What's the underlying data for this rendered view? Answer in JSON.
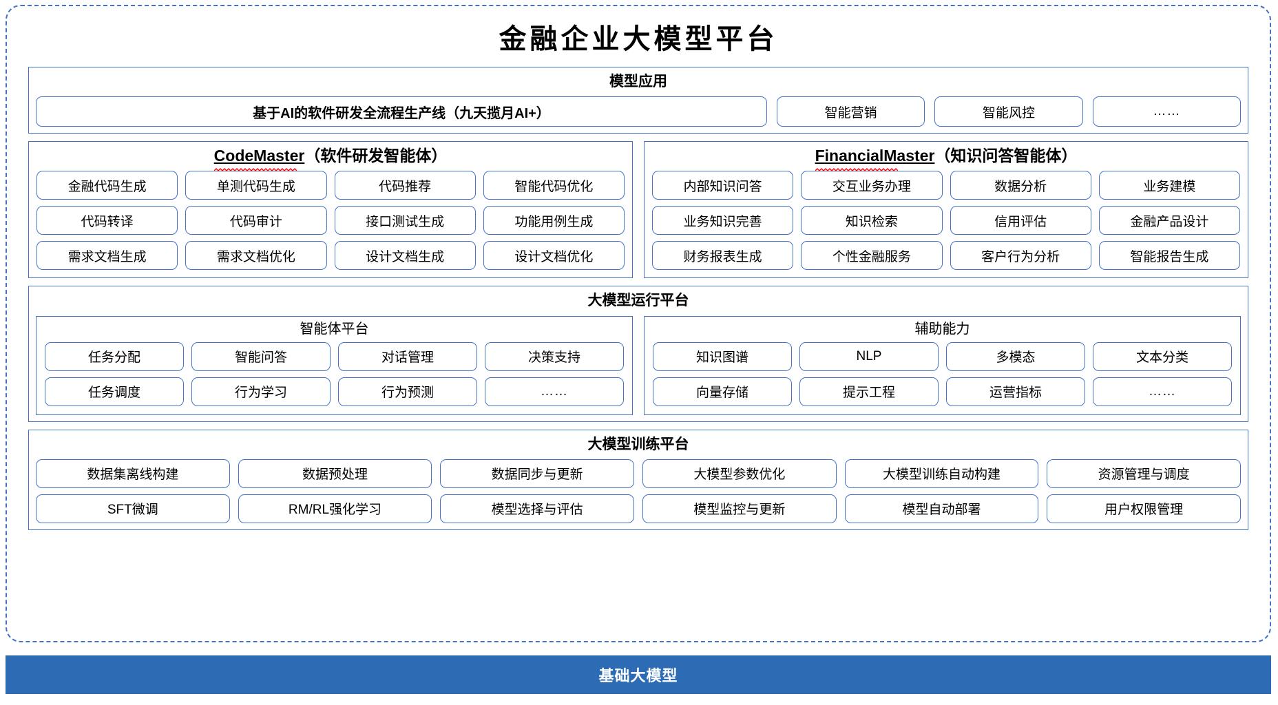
{
  "title": "金融企业大模型平台",
  "layers": {
    "applications": {
      "title": "模型应用",
      "items": [
        "基于AI的软件研发全流程生产线（九天揽月AI+）",
        "智能营销",
        "智能风控",
        "……"
      ]
    },
    "agents": [
      {
        "name_en": "CodeMaster",
        "name_cn": "（软件研发智能体）",
        "items": [
          "金融代码生成",
          "单测代码生成",
          "代码推荐",
          "智能代码优化",
          "代码转译",
          "代码审计",
          "接口测试生成",
          "功能用例生成",
          "需求文档生成",
          "需求文档优化",
          "设计文档生成",
          "设计文档优化"
        ]
      },
      {
        "name_en": "FinancialMaster",
        "name_cn": "（知识问答智能体）",
        "items": [
          "内部知识问答",
          "交互业务办理",
          "数据分析",
          "业务建模",
          "业务知识完善",
          "知识检索",
          "信用评估",
          "金融产品设计",
          "财务报表生成",
          "个性金融服务",
          "客户行为分析",
          "智能报告生成"
        ]
      }
    ],
    "runtime": {
      "title": "大模型运行平台",
      "columns": [
        {
          "title": "智能体平台",
          "items": [
            "任务分配",
            "智能问答",
            "对话管理",
            "决策支持",
            "任务调度",
            "行为学习",
            "行为预测",
            "……"
          ]
        },
        {
          "title": "辅助能力",
          "items": [
            "知识图谱",
            "NLP",
            "多模态",
            "文本分类",
            "向量存储",
            "提示工程",
            "运营指标",
            "……"
          ]
        }
      ]
    },
    "training": {
      "title": "大模型训练平台",
      "items": [
        "数据集离线构建",
        "数据预处理",
        "数据同步与更新",
        "大模型参数优化",
        "大模型训练自动构建",
        "资源管理与调度",
        "SFT微调",
        "RM/RL强化学习",
        "模型选择与评估",
        "模型监控与更新",
        "模型自动部署",
        "用户权限管理"
      ]
    }
  },
  "footer": {
    "label": "基础大模型"
  },
  "colors": {
    "border_blue": "#4472c4",
    "footer_blue": "#2e6bb5",
    "spellcheck_red": "#ff0000"
  }
}
